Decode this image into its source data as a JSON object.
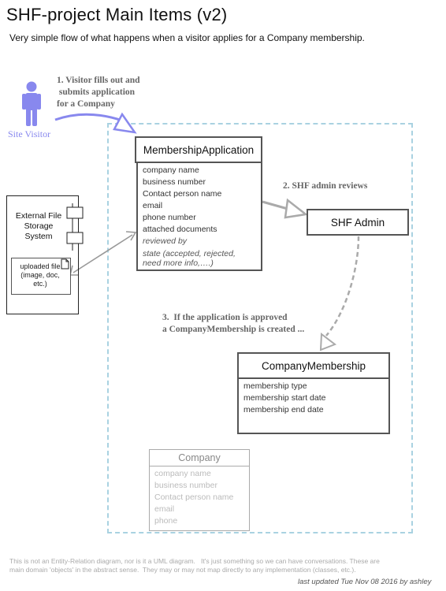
{
  "title": "SHF-project  Main Items (v2)",
  "subtitle": "Very simple flow of what happens when a visitor applies for a Company membership.",
  "visitor": {
    "label": "Site Visitor",
    "icon": "person-icon",
    "color": "#8888ee"
  },
  "steps": {
    "step1": "1. Visitor fills out and\n submits application\nfor a Company",
    "step2": "2. SHF admin reviews",
    "step3": "3.  If the application is approved\na CompanyMembership is created ..."
  },
  "membership_application": {
    "name": "MembershipApplication",
    "attributes": [
      "company name",
      "business number",
      "Contact person name",
      "email",
      "phone number",
      "attached documents"
    ],
    "italic_attributes": [
      "reviewed by",
      "state (accepted, rejected,",
      "need more info,….)"
    ]
  },
  "shf_admin": {
    "name": "SHF Admin"
  },
  "company_membership": {
    "name": "CompanyMembership",
    "attributes": [
      "membership type",
      "membership start date",
      "membership end date"
    ]
  },
  "company": {
    "name": "Company",
    "attributes": [
      "company name",
      "business number",
      "Contact person name",
      "email",
      "phone"
    ]
  },
  "external_storage": {
    "label": "External File\nStorage\nSystem",
    "component_icon": "component-icon",
    "file": {
      "label": "uploaded file\n(image, doc,\netc.)",
      "icon": "document-icon"
    }
  },
  "footnote": "This is not an Entity-Relation diagram, nor is it a UML diagram.   It's just something so we can have conversations. These are\nmain domain 'objects' in the abstract sense.  They may or may not map directly to any implementation (classes, etc.).",
  "last_updated": "last updated Tue Nov 08 2016  by ashley",
  "colors": {
    "region_border": "#a9d2e1",
    "arrow_gray": "#aaaaaa",
    "visitor_arrow": "#8888ee"
  }
}
